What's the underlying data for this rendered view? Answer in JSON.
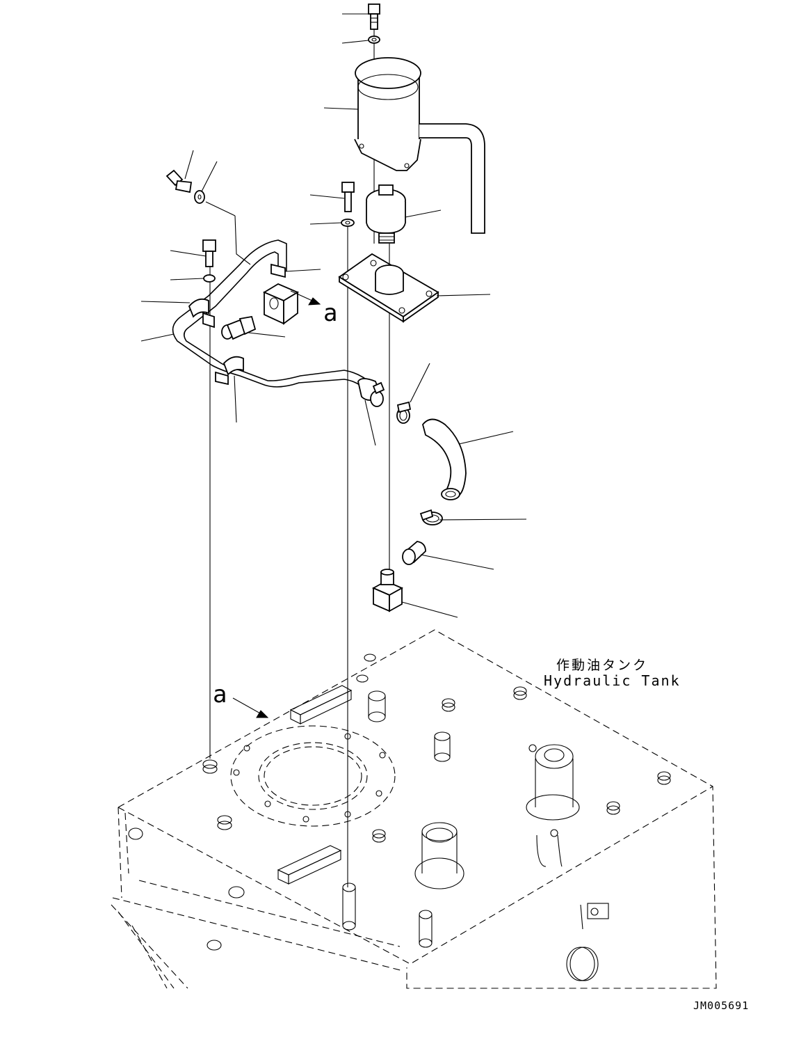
{
  "labels": {
    "tank_name_ja": "作動油タンク",
    "tank_name_en": "Hydraulic Tank",
    "view_marker": "a",
    "drawing_code": "JM005691"
  }
}
